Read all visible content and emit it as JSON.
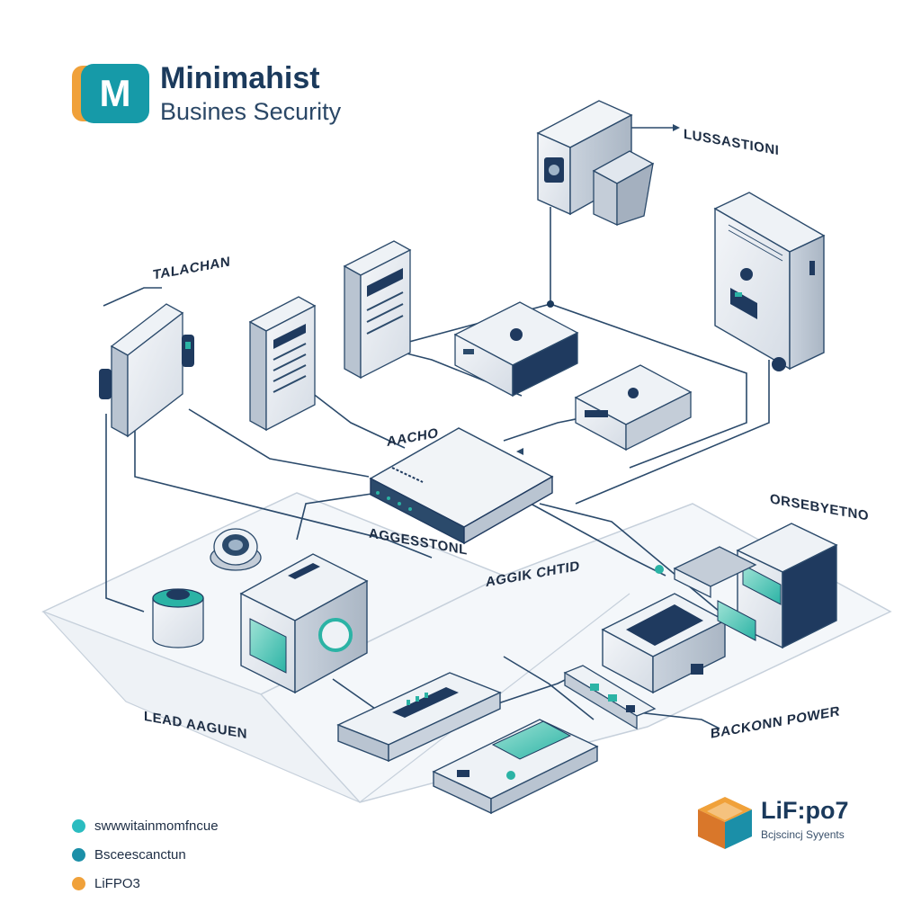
{
  "brand": {
    "logo_letter": "M",
    "title": "Minimahist",
    "subtitle": "Busines Security"
  },
  "labels": {
    "top_right": "LUSSASTIONI",
    "left_top": "TALACHAN",
    "center": "AACHO",
    "access": "AGGESSTONL",
    "access2": "AGGIK CHTID",
    "right": "ORSEBYETNO",
    "lead": "LEAD AAGUEN",
    "backup": "BACKONN POWER"
  },
  "legend": [
    {
      "text": "swwwitainmomfncue",
      "color": "#2bbcc0"
    },
    {
      "text": "Bsceescanctun",
      "color": "#1b8fa8"
    },
    {
      "text": "LiFPO3",
      "color": "#f0a13a"
    }
  ],
  "brand2": {
    "title": "LiF:po7",
    "subtitle": "Bcjscincj Syyents"
  },
  "colors": {
    "navy": "#1f3a5f",
    "teal": "#2bb3a5",
    "orange": "#f0a13a",
    "line": "#2b4a6b",
    "panel": "#e8edf3",
    "platform": "#f3f6f9"
  }
}
